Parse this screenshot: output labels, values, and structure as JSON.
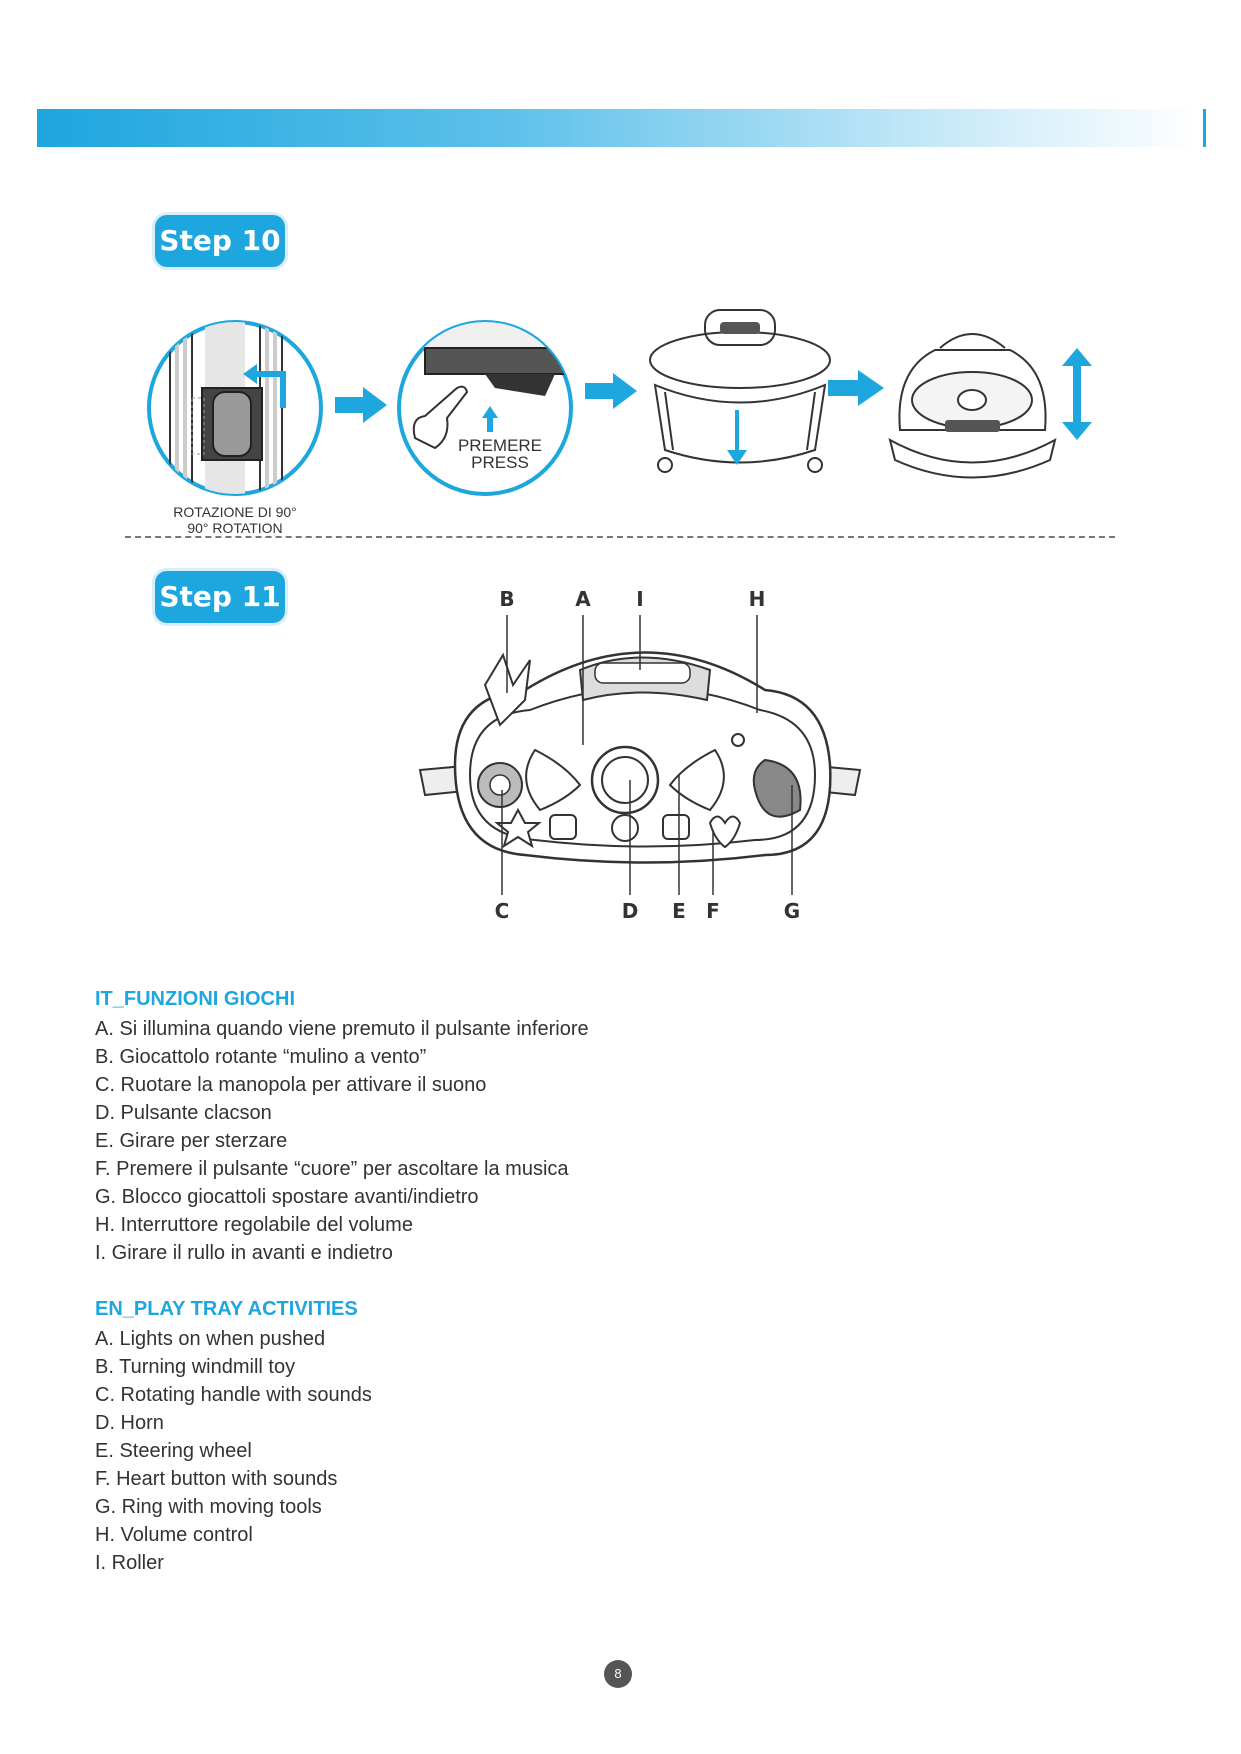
{
  "header": {
    "accent_color": "#1ea6df"
  },
  "step10": {
    "badge": "Step 10",
    "press_label_it": "PREMERE",
    "press_label_en": "PRESS",
    "rotation_it": "ROTAZIONE DI 90°",
    "rotation_en": "90° ROTATION"
  },
  "step11": {
    "badge": "Step 11",
    "callouts_top": [
      "B",
      "A",
      "I",
      "H"
    ],
    "callouts_bottom": [
      "C",
      "D",
      "E",
      "F",
      "G"
    ]
  },
  "it_section": {
    "title": "IT_FUNZIONI GIOCHI",
    "items": [
      "A. Si illumina quando viene premuto il pulsante inferiore",
      "B. Giocattolo rotante “mulino a vento”",
      "C. Ruotare la manopola per attivare il suono",
      "D. Pulsante clacson",
      "E. Girare per sterzare",
      "F.  Premere il pulsante “cuore” per ascoltare la musica",
      "G. Blocco giocattoli spostare avanti/indietro",
      "H. Interruttore regolabile del volume",
      "I.  Girare il rullo in avanti e indietro"
    ]
  },
  "en_section": {
    "title": "EN_PLAY TRAY ACTIVITIES",
    "items": [
      "A. Lights on when pushed",
      "B. Turning windmill toy",
      "C. Rotating handle with sounds",
      "D. Horn",
      "E. Steering wheel",
      "F.  Heart button with sounds",
      "G. Ring with moving tools",
      "H. Volume control",
      "I.  Roller"
    ]
  },
  "page_number": "8"
}
